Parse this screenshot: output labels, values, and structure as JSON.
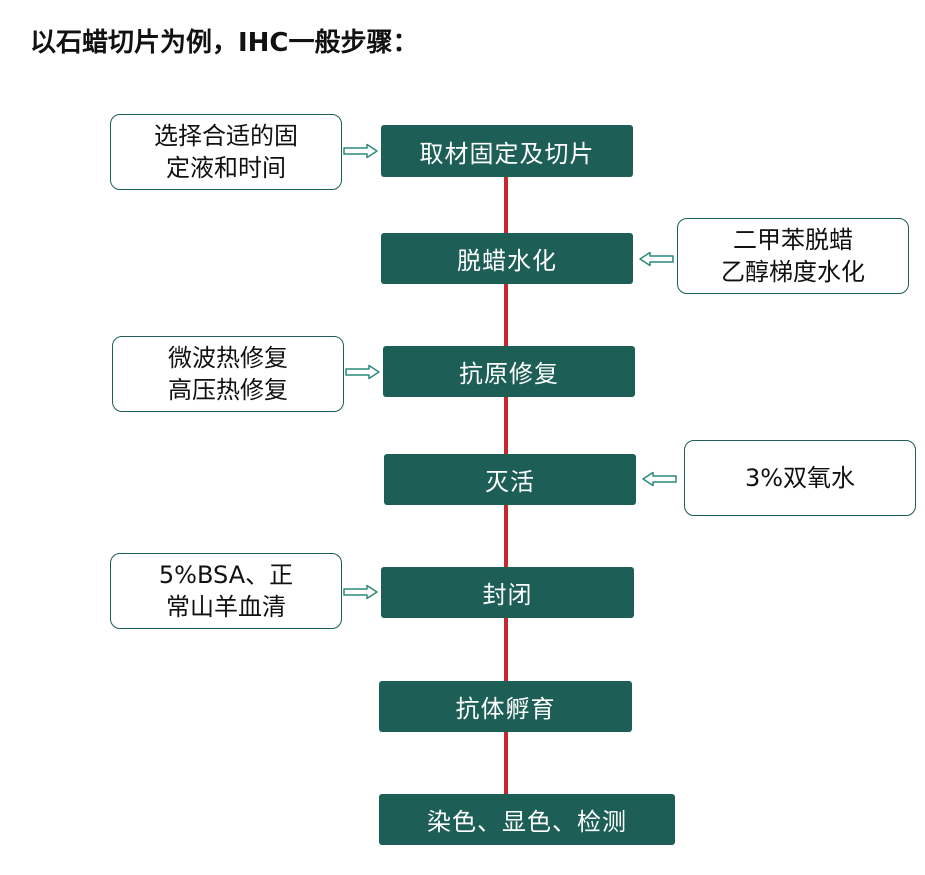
{
  "title": "以石蜡切片为例，IHC一般步骤：",
  "steps": [
    "取材固定及切片",
    "脱蜡水化",
    "抗原修复",
    "灭活",
    "封闭",
    "抗体孵育",
    "染色、显色、检测"
  ],
  "notes": {
    "fixation": [
      "选择合适的固",
      "定液和时间"
    ],
    "dewax": [
      "二甲苯脱蜡",
      "乙醇梯度水化"
    ],
    "retrieval": [
      "微波热修复",
      "高压热修复"
    ],
    "inactivation": [
      "3%双氧水"
    ],
    "blocking": [
      "5%BSA、正",
      "常山羊血清"
    ]
  },
  "colors": {
    "step_fill": "#1d5f56",
    "connector": "#c7282f",
    "note_border": "#1d5f56",
    "arrow": "#2a8a7c"
  }
}
